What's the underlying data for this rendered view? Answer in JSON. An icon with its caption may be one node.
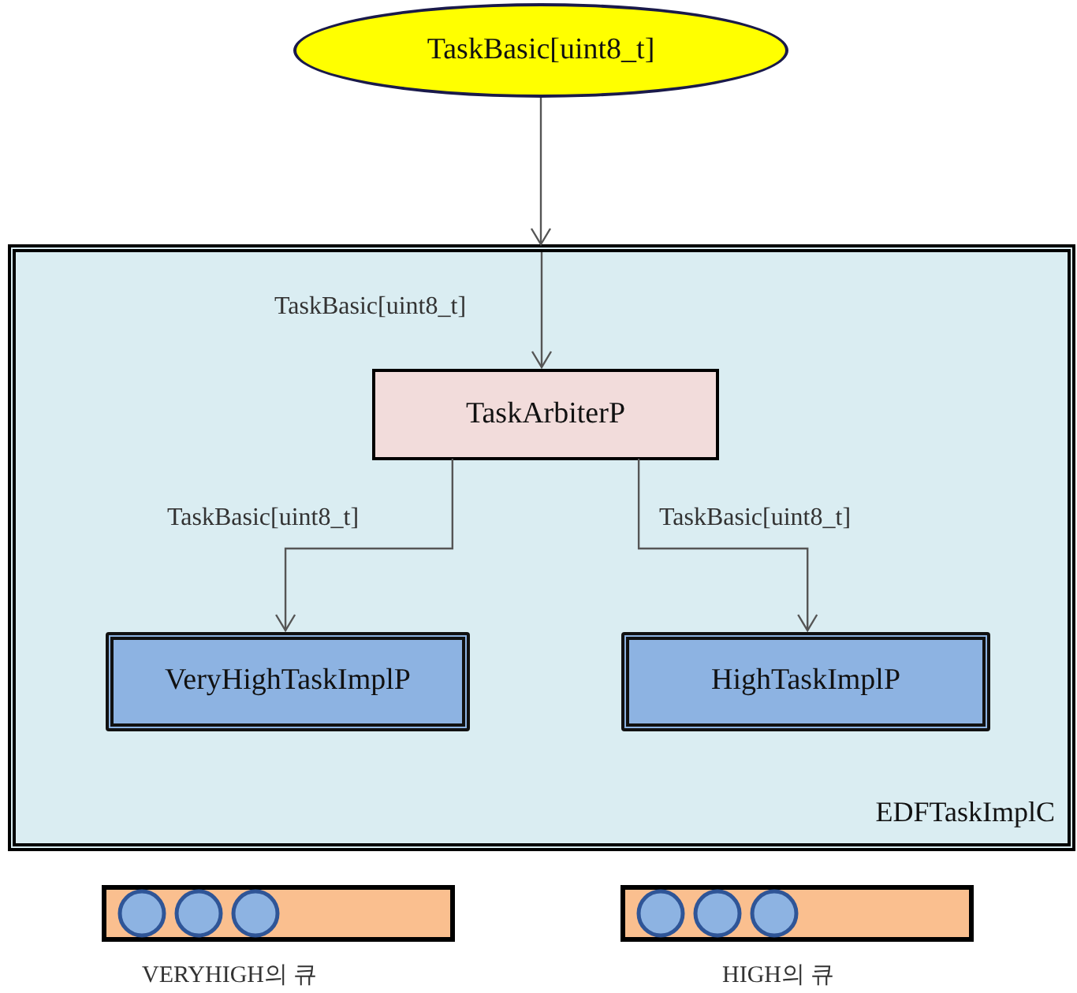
{
  "diagram": {
    "nodes": [
      {
        "text": [
          "TaskBasic[uint8_t]"
        ]
      },
      {
        "text": [
          "EDFTaskImplC"
        ]
      },
      {
        "text": [
          "TaskArbiterP"
        ],
        "in": 1
      },
      {
        "text": [
          "VeryHighTaskImplP"
        ],
        "in": 1
      },
      {
        "text": [
          "HighTaskImplP"
        ],
        "in": 1
      }
    ],
    "edges": [
      {
        "from": 0,
        "to": 1,
        "arrow": "to"
      },
      {
        "from": 1,
        "to": 2,
        "arrow": "to",
        "label": "TaskBasic[uint8_t]"
      },
      {
        "from": 2,
        "to": 3,
        "arrow": "to",
        "label": "TaskBasic[uint8_t]"
      },
      {
        "from": 2,
        "to": 4,
        "arrow": "to",
        "label": "TaskBasic[uint8_t]"
      }
    ],
    "labels": [
      "VERYHIGH의 큐",
      "HIGH의 큐"
    ]
  }
}
